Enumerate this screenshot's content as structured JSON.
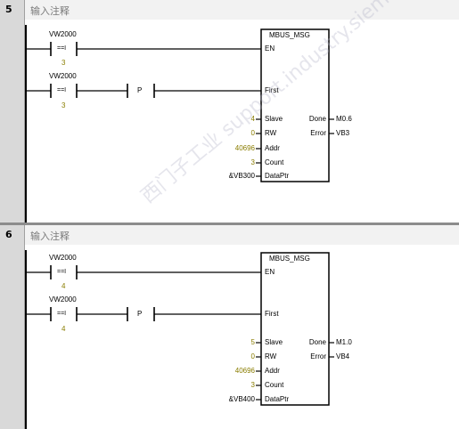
{
  "networks": [
    {
      "number": "5",
      "comment": "输入注释",
      "contact1": {
        "address": "VW2000",
        "operator": "==I",
        "value": "3"
      },
      "contact2": {
        "address": "VW2000",
        "operator": "==I",
        "value": "3"
      },
      "pulse": "P",
      "block": {
        "title": "MBUS_MSG",
        "inputs": {
          "en": "EN",
          "first": "First",
          "slave": "Slave",
          "rw": "RW",
          "addr": "Addr",
          "count": "Count",
          "dataptr": "DataPtr"
        },
        "outputs": {
          "done": "Done",
          "error": "Error"
        },
        "in_values": {
          "slave": "4",
          "rw": "0",
          "addr": "40696",
          "count": "3",
          "dataptr": "&VB300"
        },
        "out_values": {
          "done": "M0.6",
          "error": "VB3"
        }
      }
    },
    {
      "number": "6",
      "comment": "输入注释",
      "contact1": {
        "address": "VW2000",
        "operator": "==I",
        "value": "4"
      },
      "contact2": {
        "address": "VW2000",
        "operator": "==I",
        "value": "4"
      },
      "pulse": "P",
      "block": {
        "title": "MBUS_MSG",
        "inputs": {
          "en": "EN",
          "first": "First",
          "slave": "Slave",
          "rw": "RW",
          "addr": "Addr",
          "count": "Count",
          "dataptr": "DataPtr"
        },
        "outputs": {
          "done": "Done",
          "error": "Error"
        },
        "in_values": {
          "slave": "5",
          "rw": "0",
          "addr": "40696",
          "count": "3",
          "dataptr": "&VB400"
        },
        "out_values": {
          "done": "M1.0",
          "error": "VB4"
        }
      }
    }
  ],
  "watermark": "西门子工业 support.industry.siemens.com/cs",
  "colors": {
    "accent_yellow": "#8a7d00",
    "gutter": "#d9d9d9",
    "separator": "#8c8c8c"
  }
}
